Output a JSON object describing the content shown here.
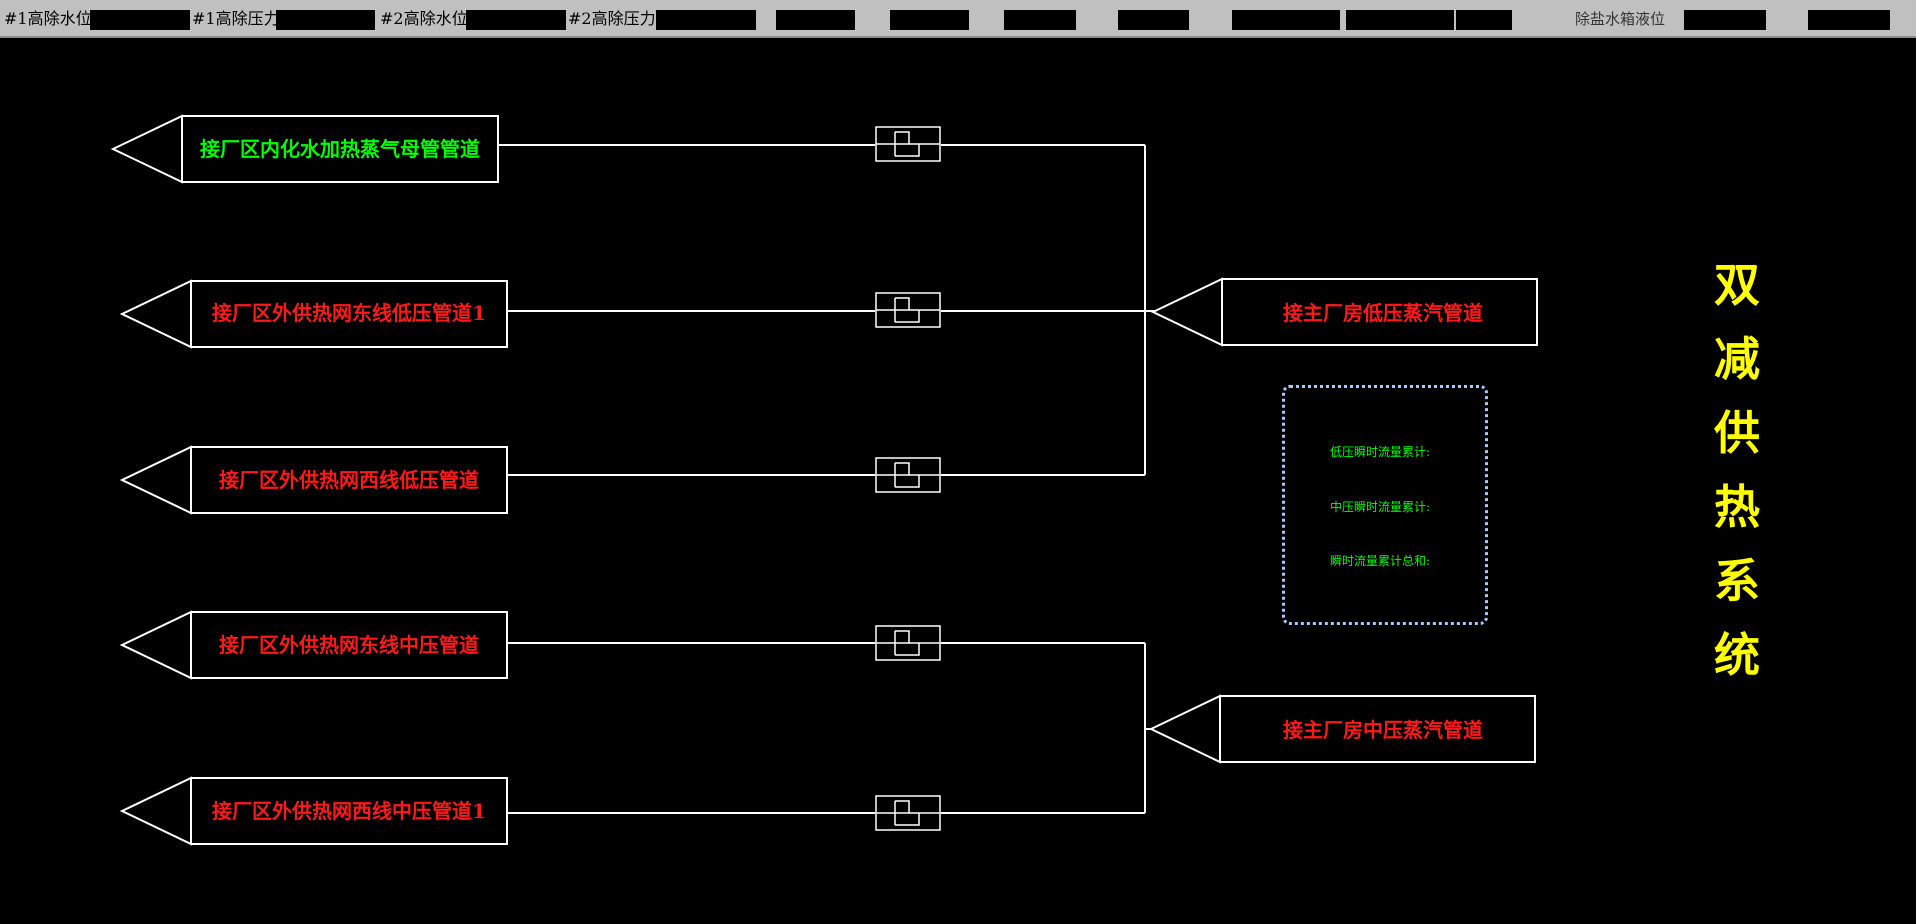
{
  "topbar": {
    "label_1_water": "#1高除水位",
    "label_1_pressure": "#1高除压力",
    "label_2_water": "#2高除水位",
    "label_2_pressure": "#2高除压力",
    "label_tank": "除盐水箱液位"
  },
  "pipes": {
    "p1": "接厂区内化水加热蒸气母管管道",
    "p2": "接厂区外供热网东线低压管道1",
    "p3": "接厂区外供热网西线低压管道",
    "p4": "接厂区外供热网东线中压管道",
    "p5": "接厂区外供热网西线中压管道1",
    "main_low": "接主厂房低压蒸汽管道",
    "main_mid": "接主厂房中压蒸汽管道"
  },
  "flow": {
    "low_total": "低压瞬时流量累计:",
    "mid_total": "中压瞬时流量累计:",
    "sum_total": "瞬时流量累计总和:"
  },
  "title_chars": [
    "双",
    "减",
    "供",
    "热",
    "系",
    "统"
  ],
  "colors": {
    "background": "#000000",
    "line": "#ffffff",
    "label_green": "#00ff00",
    "label_red": "#ff1a1a",
    "title_yellow": "#ffff00"
  }
}
